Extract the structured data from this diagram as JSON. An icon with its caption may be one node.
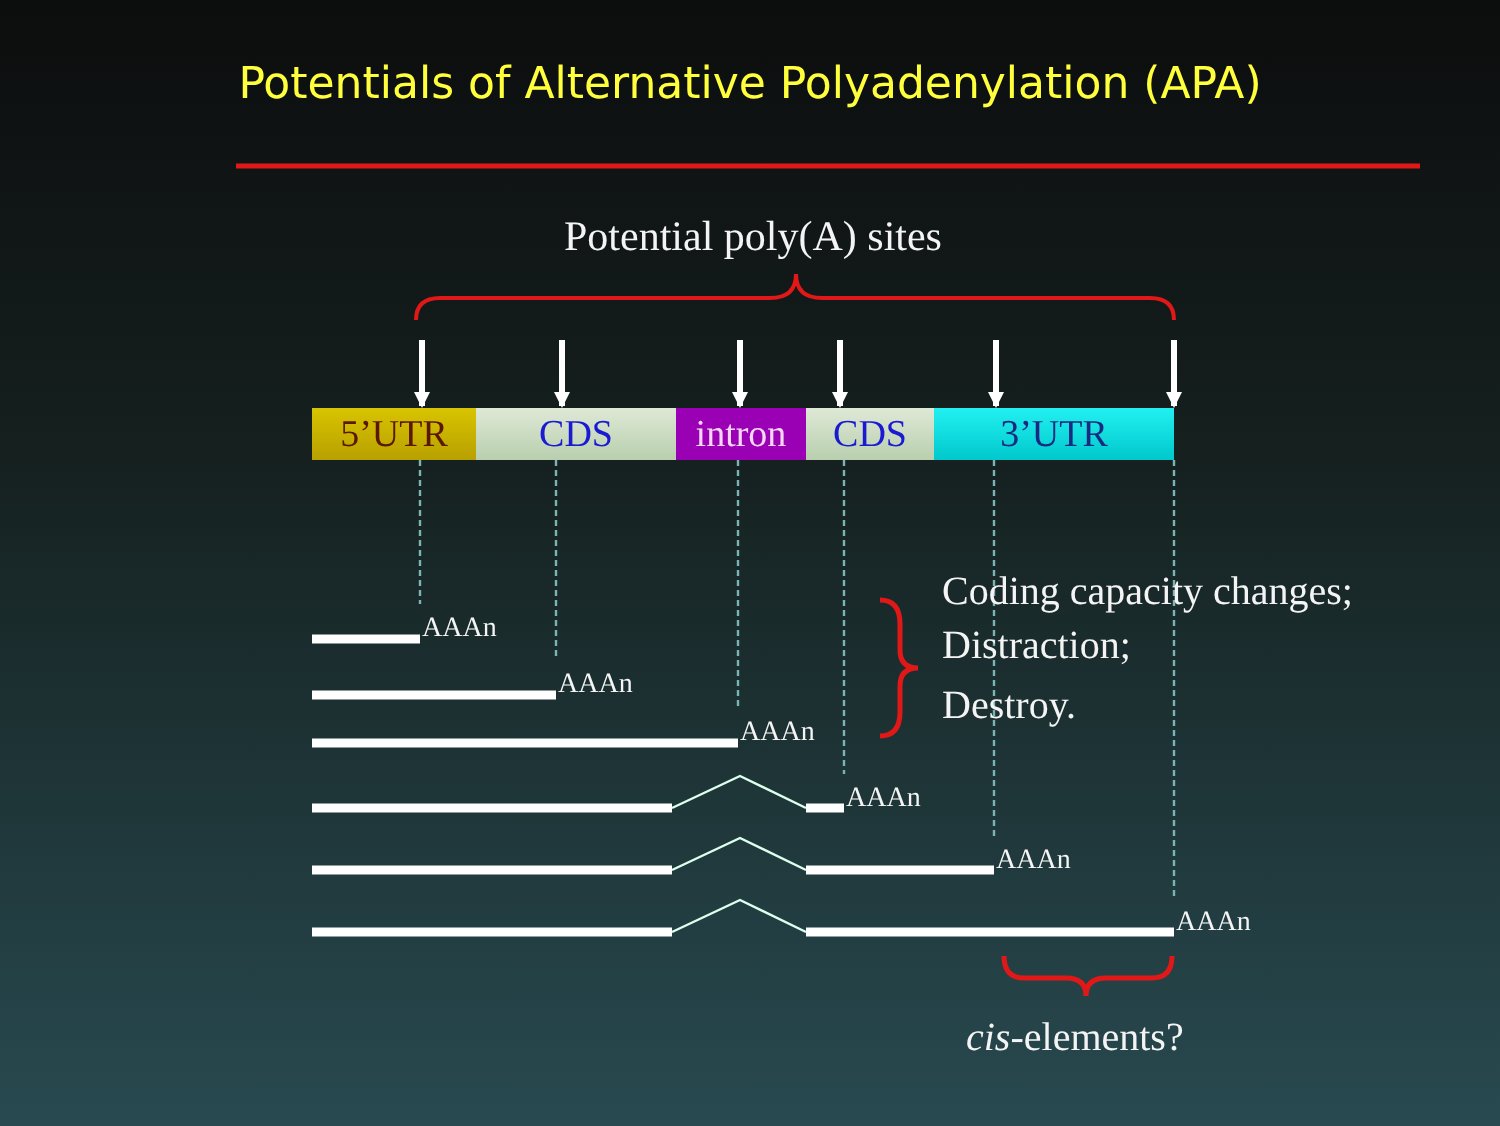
{
  "diagram": {
    "title": "Potentials of Alternative Polyadenylation (APA)",
    "nodes": [
      {
        "text": [
          "5’UTR"
        ]
      },
      {
        "text": [
          "CDS"
        ]
      },
      {
        "text": [
          "intron"
        ]
      },
      {
        "text": [
          "CDS"
        ]
      },
      {
        "text": [
          "3’UTR"
        ]
      },
      {
        "text": [
          "AAAn"
        ]
      },
      {
        "text": [
          "AAAn"
        ]
      },
      {
        "text": [
          "AAAn"
        ]
      },
      {
        "text": [
          "AAAn"
        ]
      },
      {
        "text": [
          "AAAn"
        ]
      },
      {
        "text": [
          "AAAn"
        ]
      }
    ],
    "edges": [
      {
        "from": null,
        "to": 0,
        "arrow": "to",
        "style": "thick"
      },
      {
        "from": null,
        "to": 1,
        "arrow": "to",
        "style": "thick"
      },
      {
        "from": null,
        "to": 2,
        "arrow": "to",
        "style": "thick"
      },
      {
        "from": null,
        "to": 3,
        "arrow": "to",
        "style": "thick"
      },
      {
        "from": null,
        "to": 4,
        "arrow": "to",
        "style": "thick"
      },
      {
        "from": null,
        "to": 4,
        "arrow": "to",
        "style": "thick"
      },
      {
        "from": 0,
        "to": 5,
        "arrow": "none",
        "style": "dashed",
        "color": "#7ab4b4"
      },
      {
        "from": 1,
        "to": 6,
        "arrow": "none",
        "style": "dashed",
        "color": "#7ab4b4"
      },
      {
        "from": 2,
        "to": 7,
        "arrow": "none",
        "style": "dashed",
        "color": "#7ab4b4"
      },
      {
        "from": 3,
        "to": 8,
        "arrow": "none",
        "style": "dashed",
        "color": "#7ab4b4"
      },
      {
        "from": 4,
        "to": 9,
        "arrow": "none",
        "style": "dashed",
        "color": "#7ab4b4"
      },
      {
        "from": 4,
        "to": 10,
        "arrow": "none",
        "style": "dashed",
        "color": "#7ab4b4"
      }
    ],
    "labels": [
      "Potential poly(A) sites",
      "Coding capacity changes;",
      "Distraction;",
      "Destroy.",
      "*cis*-elements?"
    ]
  }
}
